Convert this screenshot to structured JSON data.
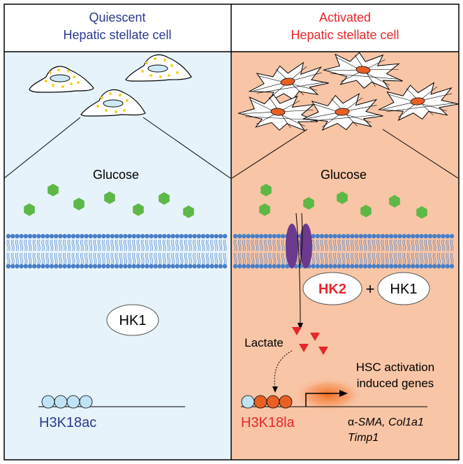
{
  "left_panel": {
    "title_line1": "Quiescent",
    "title_line2": "Hepatic stellate cell",
    "title_color": "#2b3990",
    "background": "#e6f3fa",
    "glucose_label": "Glucose",
    "enzyme": "HK1",
    "histone_mark": "H3K18ac",
    "mark_color": "#2b3990"
  },
  "right_panel": {
    "title_line1": "Activated",
    "title_line2": "Hepatic stellate cell",
    "title_color": "#e8262b",
    "background": "#f8c5a6",
    "glucose_label": "Glucose",
    "enzyme_primary": "HK2",
    "plus": "+",
    "enzyme_secondary": "HK1",
    "lactate_label": "Lactate",
    "genes_line1": "HSC activation",
    "genes_line2": "induced genes",
    "histone_mark": "H3K18la",
    "mark_color": "#e8262b",
    "gene_list_line1_prefix": "α-",
    "gene_list_line1_italic": "SMA, Col1a1",
    "gene_list_line2": "Timp1"
  },
  "colors": {
    "glucose": "#5db846",
    "lactate": "#e8262b",
    "membrane": "#4a7fc8",
    "transporter": "#6b3a8e",
    "nucleosome_blue": "#bfe3f5",
    "nucleosome_orange": "#e86024",
    "lipid_droplet": "#f5d328",
    "nucleus_active": "#e86024"
  }
}
